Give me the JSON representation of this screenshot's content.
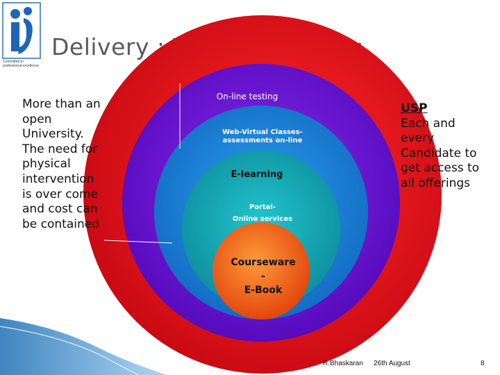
{
  "header": {
    "title": "Delivery : Virtual Institute:",
    "logo_caption": "Committed to professional excellence"
  },
  "left_text": "More than an open University. The need for physical intervention is over come and cost can be contained",
  "usp": {
    "heading": "USP",
    "body": "Each and every Candidate to get access to all offerings"
  },
  "circles": {
    "online_testing": "On-line testing",
    "web_virtual": "Web-Virtual Classes-assessments on-line",
    "e_learning": "E-learning",
    "portal_line1": "Portal-",
    "portal_line2": "Online services",
    "courseware_line1": "Courseware",
    "courseware_line2": "-",
    "courseware_line3": "E-Book"
  },
  "colors": {
    "outer": "#e0101c",
    "purple": "#6a0fd8",
    "blue": "#1c86d6",
    "teal": "#14a8b6",
    "orange": "#f06a10"
  },
  "footer": {
    "author": "R.Bhaskaran",
    "date": "26th August",
    "page": "8"
  }
}
